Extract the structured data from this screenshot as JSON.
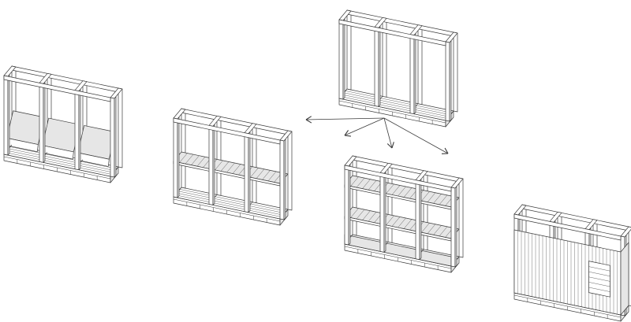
{
  "colors": {
    "line": "#3a3a3a",
    "fill": "#ffffff",
    "shade": "#e6e6e6",
    "background": "#ffffff"
  },
  "modules": [
    {
      "id": "module-seating",
      "infill": "seats"
    },
    {
      "id": "module-single-shelf",
      "infill": "shelf"
    },
    {
      "id": "module-base-frame",
      "infill": "none"
    },
    {
      "id": "module-double-shelf",
      "infill": "shelves"
    },
    {
      "id": "module-clad",
      "infill": "cladding"
    }
  ],
  "arrows": {
    "count": 4,
    "icon": "arrow-icon"
  }
}
